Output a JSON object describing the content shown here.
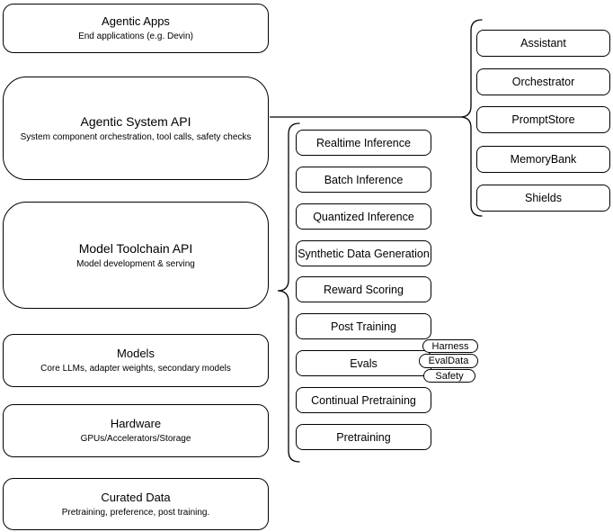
{
  "diagram": {
    "left_stack": [
      {
        "title": "Agentic Apps",
        "subtitle": "End applications (e.g. Devin)"
      },
      {
        "title": "Agentic System API",
        "subtitle": "System component orchestration, tool calls, safety checks"
      },
      {
        "title": "Model Toolchain API",
        "subtitle": "Model development & serving"
      },
      {
        "title": "Models",
        "subtitle": "Core LLMs, adapter weights, secondary models"
      },
      {
        "title": "Hardware",
        "subtitle": "GPUs/Accelerators/Storage"
      },
      {
        "title": "Curated Data",
        "subtitle": "Pretraining, preference, post training."
      }
    ],
    "toolchain_items": [
      "Realtime Inference",
      "Batch Inference",
      "Quantized Inference",
      "Synthetic Data Generation",
      "Reward Scoring",
      "Post Training",
      "Evals",
      "Continual Pretraining",
      "Pretraining"
    ],
    "eval_badges": [
      "Harness",
      "EvalData",
      "Safety"
    ],
    "system_items": [
      "Assistant",
      "Orchestrator",
      "PromptStore",
      "MemoryBank",
      "Shields"
    ],
    "colors": {
      "stroke": "#000000",
      "fill": "#ffffff",
      "text": "#000000",
      "background": "#ffffff"
    }
  }
}
